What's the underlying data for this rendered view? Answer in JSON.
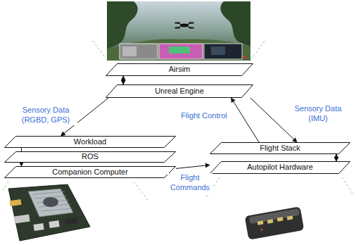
{
  "diagram": {
    "nodes": [
      {
        "text": [
          "Airsim"
        ]
      },
      {
        "text": [
          "Unreal Engine"
        ]
      },
      {
        "text": [
          "Workload"
        ]
      },
      {
        "text": [
          "ROS"
        ]
      },
      {
        "text": [
          "Companion Computer"
        ]
      },
      {
        "text": [
          "Flight Stack"
        ]
      },
      {
        "text": [
          "Autopilot Hardware"
        ]
      }
    ],
    "edges": [
      {
        "from": 0,
        "to": 1,
        "arrow": "both"
      },
      {
        "from": 1,
        "to": 2,
        "arrow": "to",
        "label": "Sensory Data (RGBD, GPS)"
      },
      {
        "from": 2,
        "to": 4,
        "arrow": "to"
      },
      {
        "from": 4,
        "to": 6,
        "arrow": "to",
        "label": "Flight Commands"
      },
      {
        "from": 5,
        "to": 1,
        "arrow": "to",
        "label": "Flight Control"
      },
      {
        "from": 1,
        "to": 5,
        "arrow": "to",
        "label": "Sensory Data (IMU)"
      },
      {
        "from": 5,
        "to": 6,
        "arrow": "both"
      }
    ]
  }
}
